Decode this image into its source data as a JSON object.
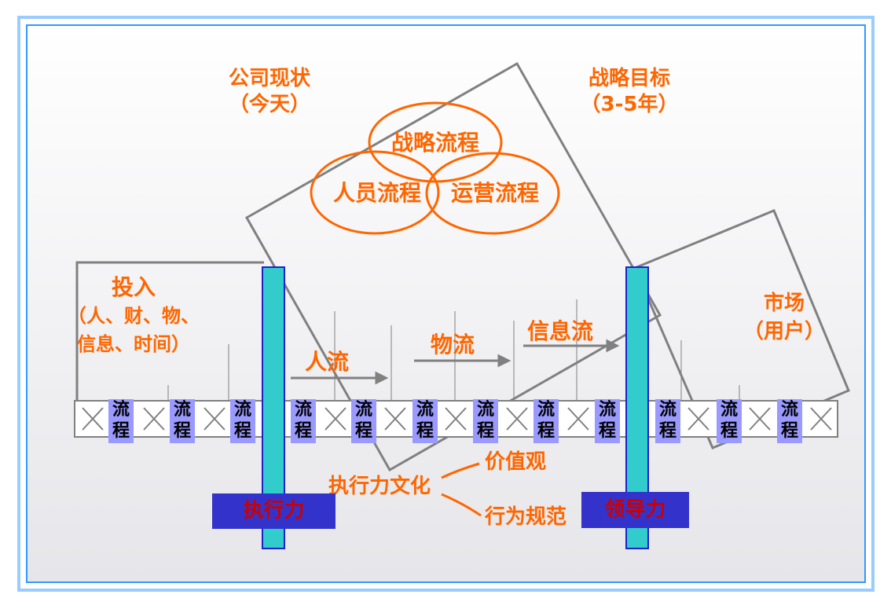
{
  "diagram": {
    "current_state": {
      "line1": "公司现状",
      "line2": "（今天）"
    },
    "strategic_goal": {
      "line1": "战略目标",
      "line2": "（3-5年）"
    },
    "circles": {
      "strategy": "战略流程",
      "people": "人员流程",
      "operations": "运营流程"
    },
    "input": {
      "line1": "投入",
      "line2": "（人、财、物、",
      "line3": "信息、时间）"
    },
    "market": {
      "line1": "市场",
      "line2": "（用户）"
    },
    "flows": {
      "people": "人流",
      "material": "物流",
      "information": "信息流"
    },
    "process_box": {
      "char1": "流",
      "char2": "程"
    },
    "execution_culture": {
      "title": "执行力文化",
      "values": "价值观",
      "norms": "行为规范"
    },
    "execution": "执行力",
    "leadership": "领导力"
  },
  "colors": {
    "accent_text": "#ff6600",
    "frame_border": "#99ccff",
    "inner_border": "#3399ff",
    "process_box": "#9999ff",
    "pillar": "#33cccc",
    "label_box": "#3333cc",
    "label_text": "#cc0000",
    "outline": "#808080"
  }
}
